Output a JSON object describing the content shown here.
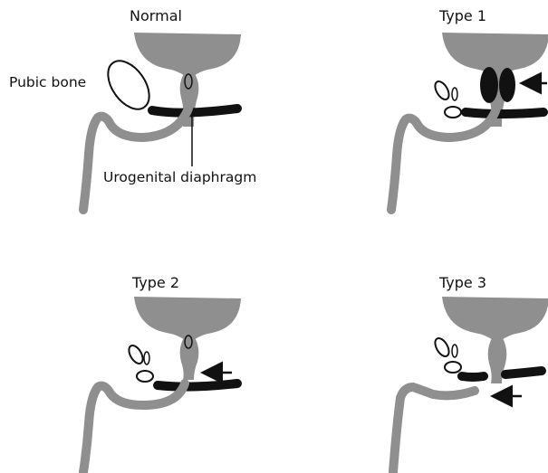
{
  "panels": {
    "normal": {
      "title": "Normal",
      "labels": {
        "pubic_bone": "Pubic bone",
        "diaphragm": "Urogenital diaphragm"
      }
    },
    "type1": {
      "title": "Type 1"
    },
    "type2": {
      "title": "Type 2"
    },
    "type3": {
      "title": "Type 3"
    }
  },
  "colors": {
    "tissue": "#8f8f8f",
    "diaphragm": "#111111",
    "outline": "#111111"
  }
}
